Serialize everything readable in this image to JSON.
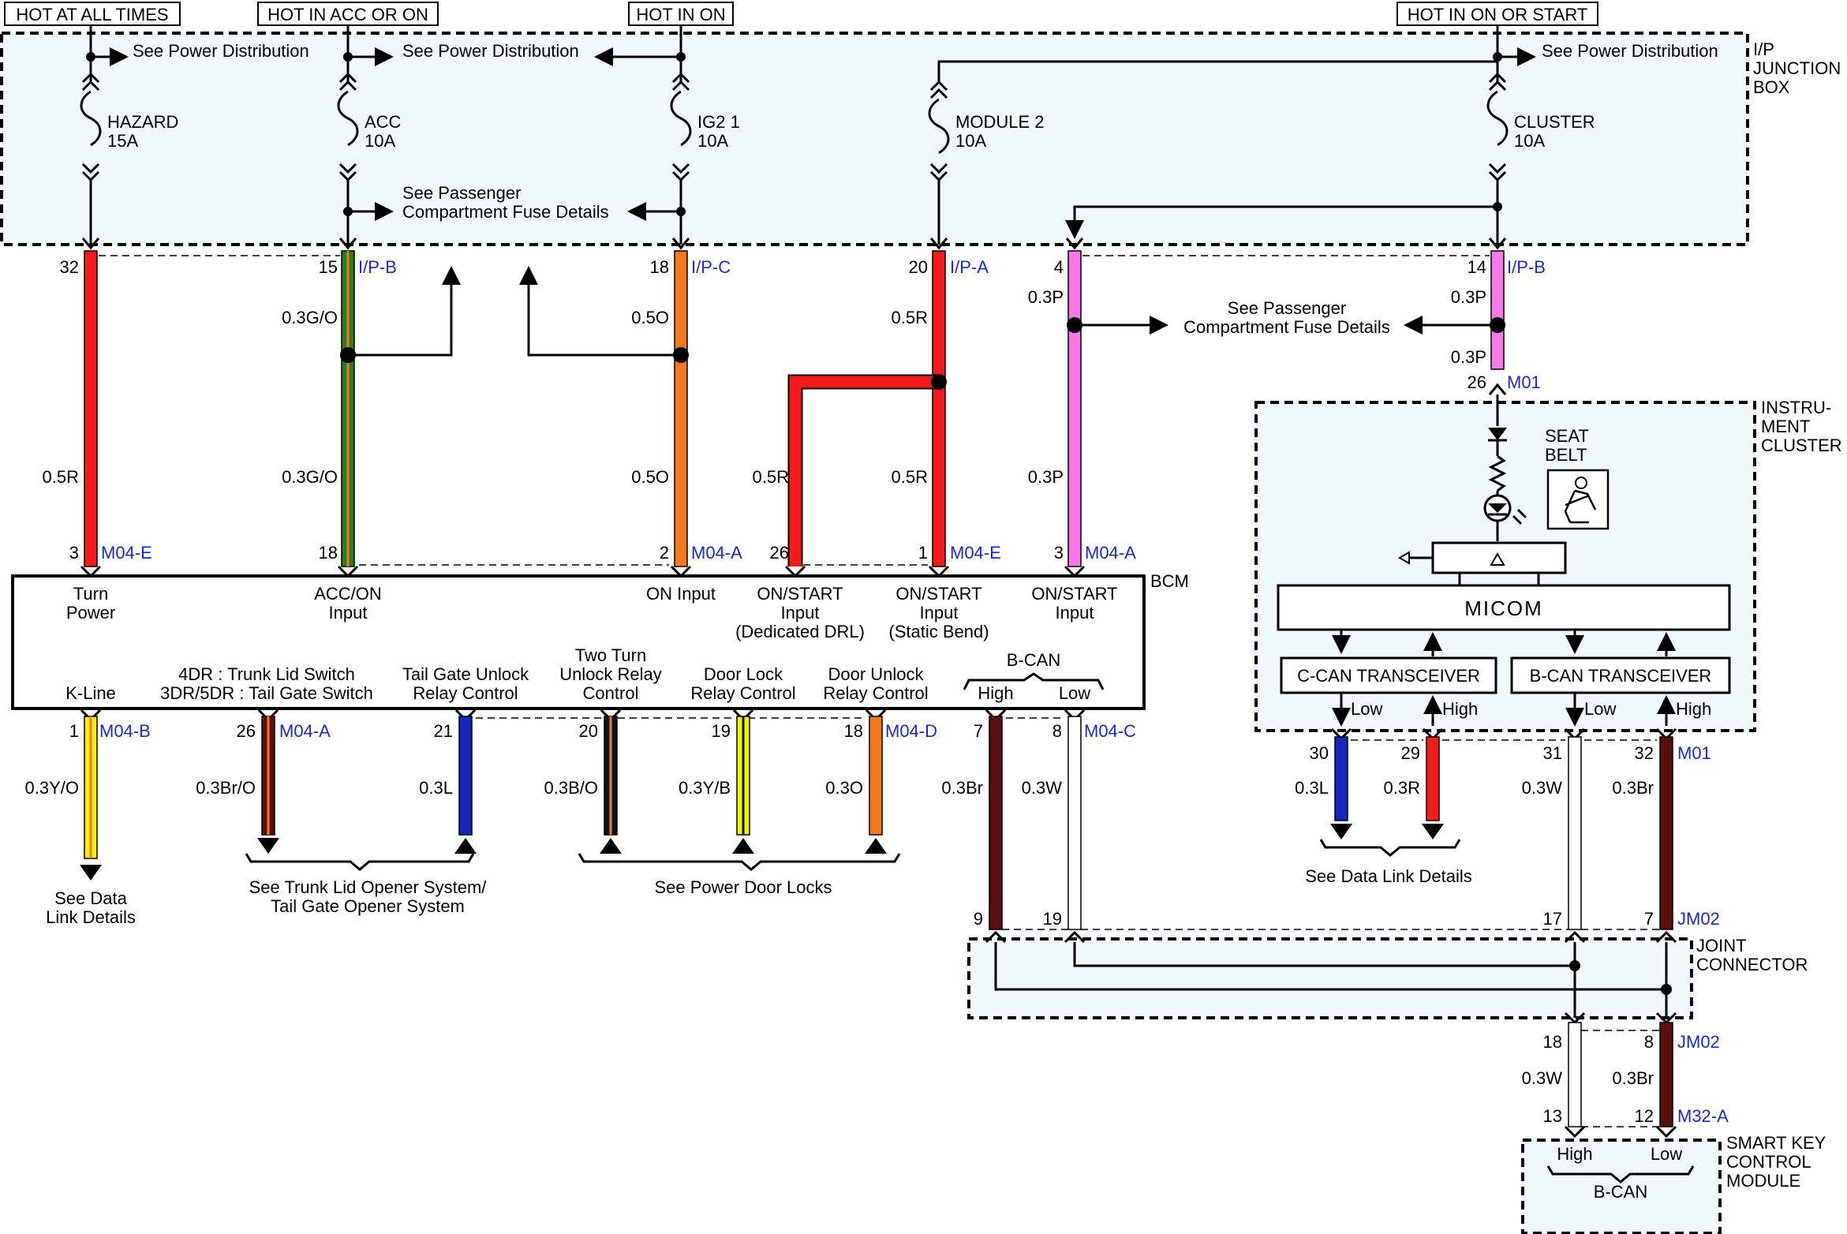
{
  "colors": {
    "red": "#f21a1a",
    "green": "#2e7a22",
    "orange": "#f27a1c",
    "pink": "#f57ae8",
    "yellow": "#f7ef12",
    "brown": "#5a0f0c",
    "blue": "#1428c0",
    "white": "#ffffff",
    "zone_fill": "#f0f8fa",
    "pin_text": "#1a2bc4"
  },
  "headers": {
    "always": "HOT AT ALL TIMES",
    "acc_on": "HOT IN ACC OR ON",
    "on": "HOT IN ON",
    "on_start": "HOT IN ON OR START"
  },
  "junction_box": {
    "label_1": "I/P",
    "label_2": "JUNCTION",
    "label_3": "BOX",
    "see_power_1": "See Power Distribution",
    "see_power_2": "See Power Distribution",
    "see_power_3": "See Power Distribution",
    "see_pass_1": "See Passenger",
    "see_pass_2": "Compartment Fuse Details",
    "fuses": [
      {
        "name": "HAZARD",
        "rating": "15A"
      },
      {
        "name": "ACC",
        "rating": "10A"
      },
      {
        "name": "IG2 1",
        "rating": "10A"
      },
      {
        "name": "MODULE 2",
        "rating": "10A"
      },
      {
        "name": "CLUSTER",
        "rating": "10A"
      }
    ]
  },
  "mid_labels": {
    "see_pass_1": "See Passenger",
    "see_pass_2": "Compartment Fuse Details"
  },
  "upper_wires": [
    {
      "top_pin": "32",
      "top_conn": "",
      "gauge_top": "",
      "gauge_bottom": "0.5R",
      "bottom_pin": "3",
      "bottom_conn": "M04-E"
    },
    {
      "top_pin": "15",
      "top_conn": "I/P-B",
      "gauge_top": "0.3G/O",
      "gauge_bottom": "0.3G/O",
      "bottom_pin": "18",
      "bottom_conn": ""
    },
    {
      "top_pin": "18",
      "top_conn": "I/P-C",
      "gauge_top": "0.5O",
      "gauge_bottom": "0.5O",
      "bottom_pin": "2",
      "bottom_conn": "M04-A"
    },
    {
      "top_pin": "",
      "top_conn": "",
      "gauge_top": "",
      "gauge_bottom": "0.5R",
      "bottom_pin": "26",
      "bottom_conn": ""
    },
    {
      "top_pin": "20",
      "top_conn": "I/P-A",
      "gauge_top": "0.5R",
      "gauge_bottom": "0.5R",
      "bottom_pin": "1",
      "bottom_conn": "M04-E"
    },
    {
      "top_pin": "4",
      "top_conn": "",
      "gauge_top": "0.3P",
      "gauge_bottom": "0.3P",
      "bottom_pin": "3",
      "bottom_conn": "M04-A"
    },
    {
      "top_pin": "14",
      "top_conn": "I/P-B",
      "gauge_top": "0.3P",
      "gauge_bottom": "0.3P",
      "bottom_pin": "26",
      "bottom_conn": "M01"
    }
  ],
  "bcm": {
    "title": "BCM",
    "inputs": [
      {
        "line1": "Turn",
        "line2": "Power",
        "line3": ""
      },
      {
        "line1": "ACC/ON",
        "line2": "Input",
        "line3": ""
      },
      {
        "line1": "ON Input",
        "line2": "",
        "line3": ""
      },
      {
        "line1": "ON/START",
        "line2": "Input",
        "line3": "(Dedicated DRL)"
      },
      {
        "line1": "ON/START",
        "line2": "Input",
        "line3": "(Static Bend)"
      },
      {
        "line1": "ON/START",
        "line2": "Input",
        "line3": ""
      }
    ],
    "outputs": [
      {
        "line1": "",
        "line2": "",
        "line3": "K-Line"
      },
      {
        "line1": "",
        "line2": "4DR : Trunk Lid Switch",
        "line3": "3DR/5DR : Tail Gate Switch"
      },
      {
        "line1": "",
        "line2": "Tail Gate Unlock",
        "line3": "Relay Control"
      },
      {
        "line1": "Two Turn",
        "line2": "Unlock Relay",
        "line3": "Control"
      },
      {
        "line1": "",
        "line2": "Door Lock",
        "line3": "Relay Control"
      },
      {
        "line1": "",
        "line2": "Door Unlock",
        "line3": "Relay Control"
      }
    ],
    "bcan_label": "B-CAN",
    "bcan_high": "High",
    "bcan_low": "Low"
  },
  "lower_wires": [
    {
      "pin": "1",
      "conn": "M04-B",
      "gauge": "0.3Y/O"
    },
    {
      "pin": "26",
      "conn": "M04-A",
      "gauge": "0.3Br/O"
    },
    {
      "pin": "21",
      "conn": "",
      "gauge": "0.3L"
    },
    {
      "pin": "20",
      "conn": "",
      "gauge": "0.3B/O"
    },
    {
      "pin": "19",
      "conn": "",
      "gauge": "0.3Y/B"
    },
    {
      "pin": "18",
      "conn": "M04-D",
      "gauge": "0.3O"
    },
    {
      "pin": "7",
      "conn": "",
      "gauge": "0.3Br"
    },
    {
      "pin": "8",
      "conn": "M04-C",
      "gauge": "0.3W"
    }
  ],
  "refs": {
    "data_link_1": "See Data",
    "data_link_2": "Link Details",
    "trunk_1": "See Trunk Lid Opener System/",
    "trunk_2": "Tail Gate Opener System",
    "power_door": "See Power Door Locks",
    "data_link_right": "See Data Link Details"
  },
  "cluster": {
    "label_1": "INSTRU-",
    "label_2": "MENT",
    "label_3": "CLUSTER",
    "seat_belt_1": "SEAT",
    "seat_belt_2": "BELT",
    "micom": "MICOM",
    "ccan": "C-CAN TRANSCEIVER",
    "bcan": "B-CAN TRANSCEIVER",
    "ccan_low": "Low",
    "ccan_high": "High",
    "bcan_low": "Low",
    "bcan_high": "High",
    "pins": [
      {
        "pin": "30",
        "gauge": "0.3L",
        "conn": ""
      },
      {
        "pin": "29",
        "gauge": "0.3R",
        "conn": ""
      },
      {
        "pin": "31",
        "gauge": "0.3W",
        "conn": ""
      },
      {
        "pin": "32",
        "gauge": "0.3Br",
        "conn": "M01"
      }
    ]
  },
  "joint": {
    "label_1": "JOINT",
    "label_2": "CONNECTOR",
    "top_pins": [
      {
        "pin": "9",
        "conn": ""
      },
      {
        "pin": "19",
        "conn": ""
      },
      {
        "pin": "17",
        "conn": ""
      },
      {
        "pin": "7",
        "conn": "JM02"
      }
    ],
    "bottom_pins": [
      {
        "pin": "18",
        "conn": ""
      },
      {
        "pin": "8",
        "conn": "JM02"
      }
    ],
    "bottom_gauges": [
      "0.3W",
      "0.3Br"
    ]
  },
  "smart_key": {
    "label_1": "SMART KEY",
    "label_2": "CONTROL",
    "label_3": "MODULE",
    "pin_high": "13",
    "pin_low": "12",
    "conn": "M32-A",
    "high": "High",
    "low": "Low",
    "bcan": "B-CAN"
  }
}
